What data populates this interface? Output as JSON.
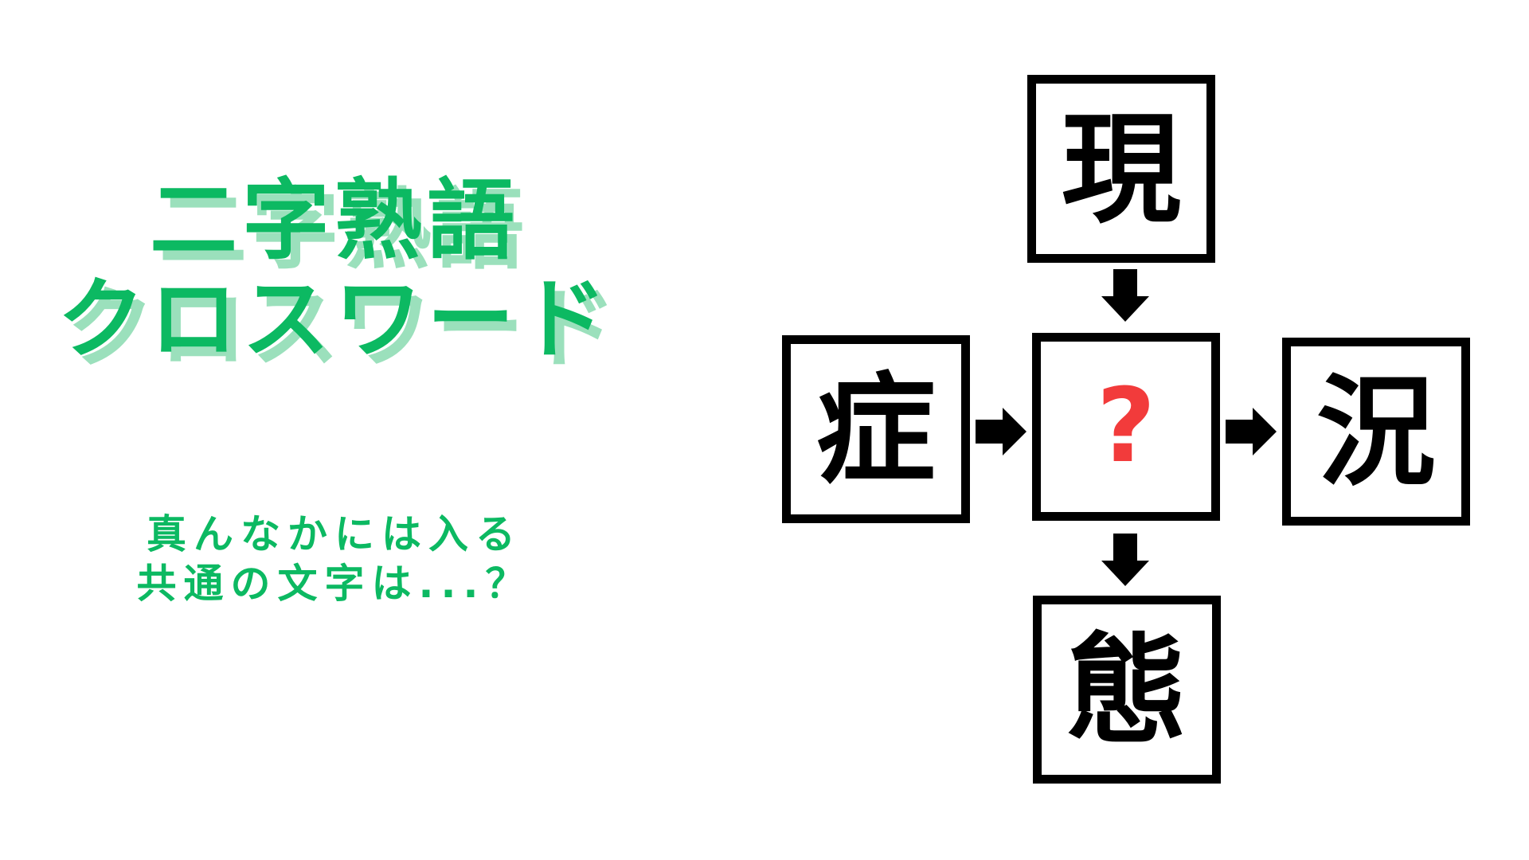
{
  "colors": {
    "green": "#0CB962",
    "green_shadow": "#9BE0BC",
    "red": "#F23B3B",
    "ink": "#000000",
    "background": "#FFFFFF"
  },
  "title": {
    "line1": "二字熟語",
    "line2": "クロスワード"
  },
  "subtitle": {
    "line1": "真んなかには入る",
    "line2": "共通の文字は...？"
  },
  "puzzle": {
    "cells": {
      "top": "現",
      "left": "症",
      "center": "?",
      "right": "況",
      "bottom": "態"
    },
    "center_is_unknown": true,
    "arrows": [
      "top-to-center",
      "left-to-center",
      "center-to-right",
      "center-to-bottom"
    ]
  }
}
